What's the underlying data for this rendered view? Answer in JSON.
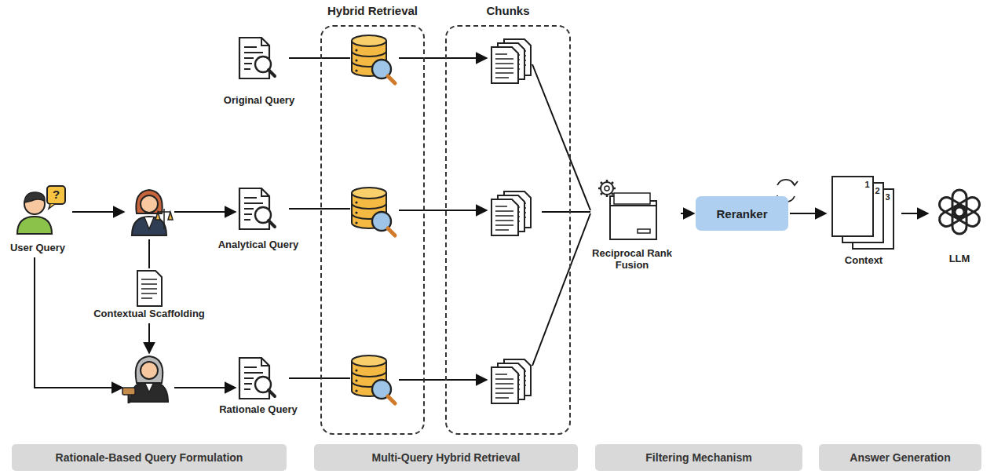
{
  "diagram": {
    "nodes": [
      {
        "text": [
          "Hybrid Retrieval"
        ]
      },
      {
        "text": [
          "Chunks"
        ]
      },
      {
        "text": [
          "Original Query"
        ]
      },
      {
        "text": [
          "User Query"
        ]
      },
      {
        "text": [
          "Analytical Query"
        ]
      },
      {
        "text": [
          "Contextual Scaffolding"
        ]
      },
      {
        "text": [
          "Rationale Query"
        ]
      },
      {
        "text": [
          "Reciprocal Rank Fusion"
        ]
      },
      {
        "text": [
          "Reranker"
        ]
      },
      {
        "text": [
          "Context"
        ]
      },
      {
        "text": [
          "LLM"
        ]
      },
      {
        "text": [
          "Rationale-Based Query Formulation"
        ]
      },
      {
        "text": [
          "Multi-Query Hybrid Retrieval"
        ]
      },
      {
        "text": [
          "Filtering Mechanism"
        ]
      },
      {
        "text": [
          "Answer Generation"
        ]
      }
    ],
    "edges": [
      {
        "from": 7,
        "to": 8,
        "arrow": "to"
      },
      {
        "from": 8,
        "to": 9,
        "arrow": "to"
      },
      {
        "from": 9,
        "to": 10,
        "arrow": "to"
      }
    ],
    "labels": [
      "?",
      "1",
      "2",
      "3"
    ]
  }
}
